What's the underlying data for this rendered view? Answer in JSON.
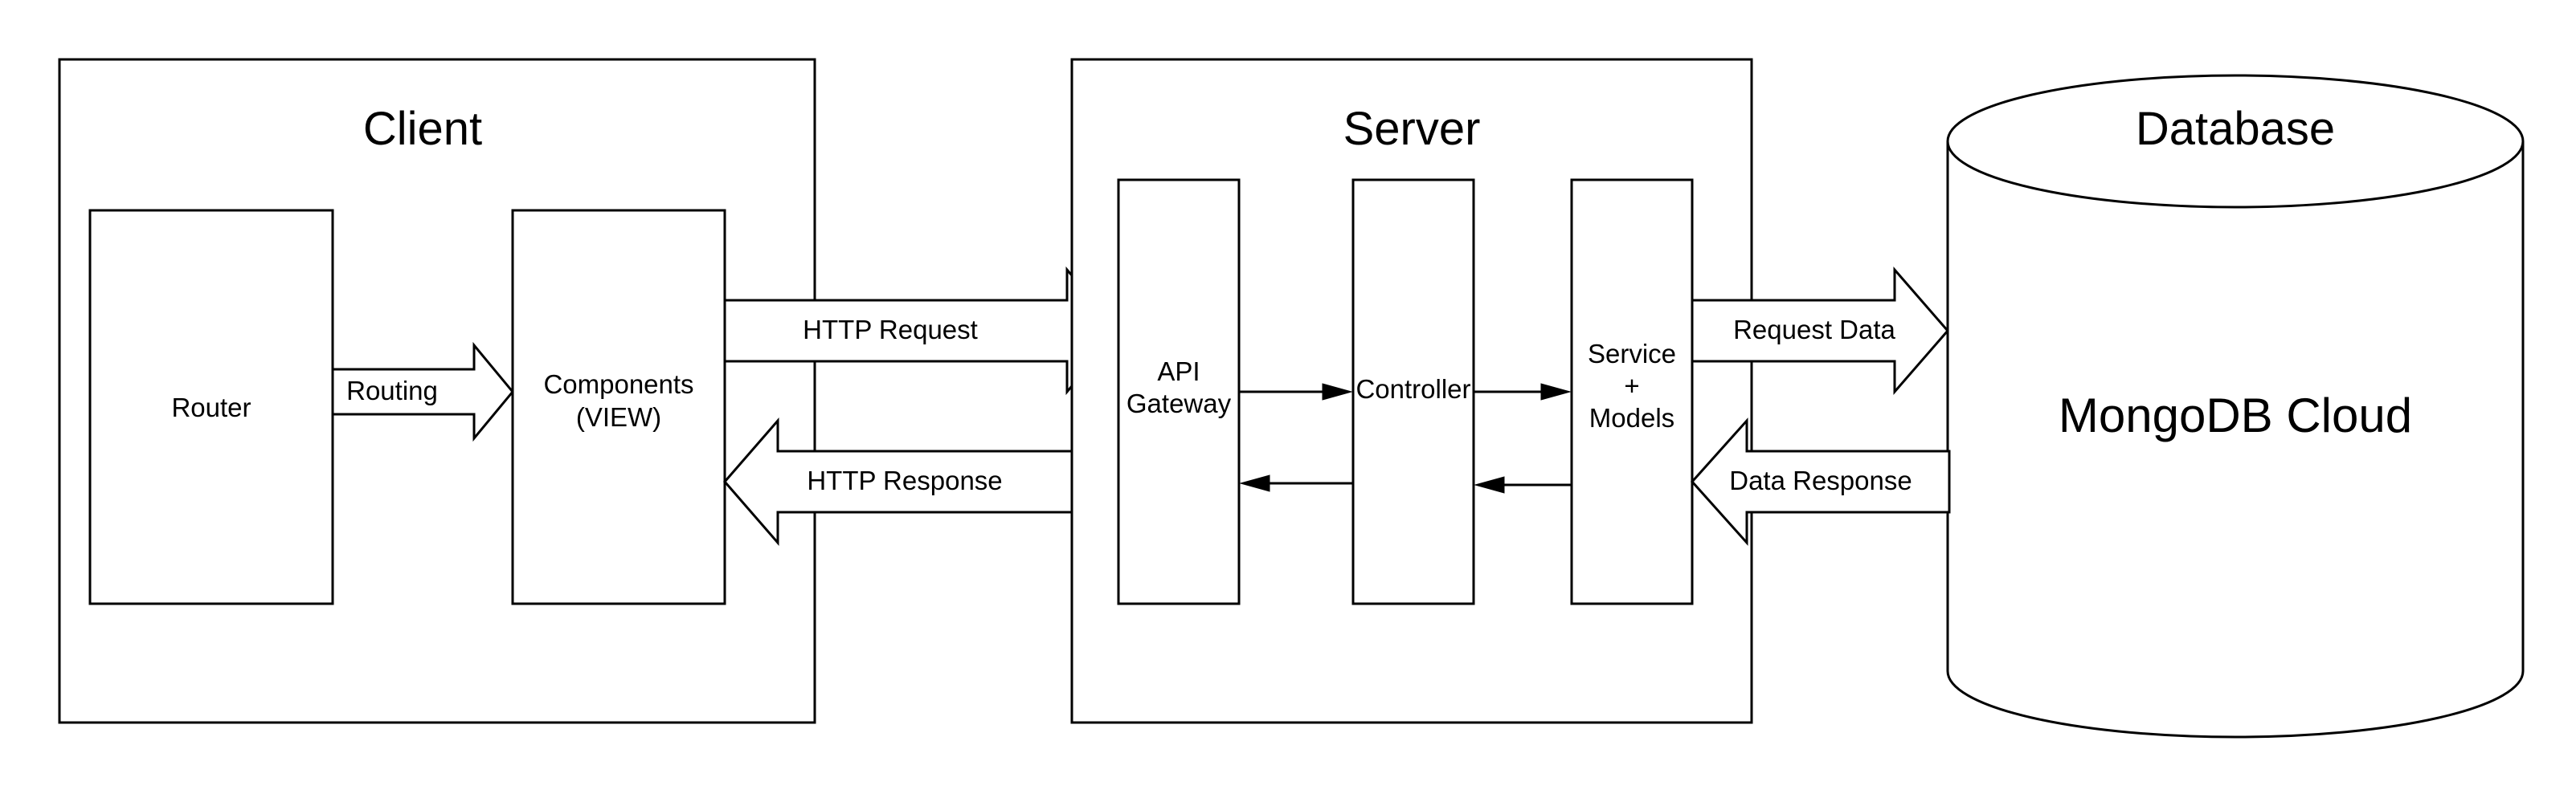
{
  "client": {
    "title": "Client",
    "router": "Router",
    "routing": "Routing",
    "components_line1": "Components",
    "components_line2": "(VIEW)"
  },
  "server": {
    "title": "Server",
    "api_line1": "API",
    "api_line2": "Gateway",
    "controller": "Controller",
    "service_line1": "Service",
    "service_line2": "+",
    "service_line3": "Models"
  },
  "database": {
    "title": "Database",
    "name": "MongoDB Cloud"
  },
  "arrows": {
    "http_request": "HTTP Request",
    "http_response": "HTTP Response",
    "request_data": "Request Data",
    "data_response": "Data Response"
  }
}
